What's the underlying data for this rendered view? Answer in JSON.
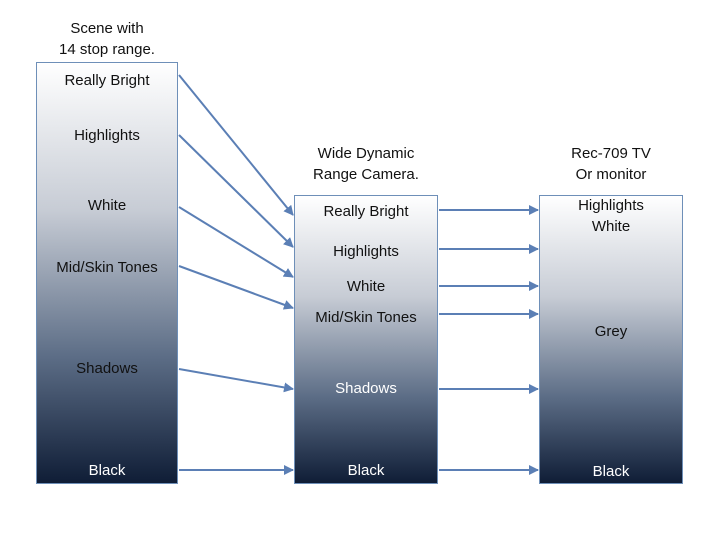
{
  "scene": {
    "caption": [
      "Scene with",
      "14 stop range."
    ],
    "levels": [
      "Really Bright",
      "Highlights",
      "White",
      "Mid/Skin Tones",
      "Shadows",
      "Black"
    ]
  },
  "camera": {
    "caption": [
      "Wide Dynamic",
      "Range Camera."
    ],
    "levels": [
      "Really Bright",
      "Highlights",
      "White",
      "Mid/Skin Tones",
      "Shadows",
      "Black"
    ]
  },
  "monitor": {
    "caption": [
      "Rec-709 TV",
      "Or monitor"
    ],
    "levels": [
      "Highlights",
      "White",
      "Grey",
      "Black"
    ]
  },
  "colors": {
    "arrow": "#5b7fb5",
    "box_border": "#6e8fb8",
    "gradient_top": "#ffffff",
    "gradient_bottom": "#0f1d36"
  }
}
